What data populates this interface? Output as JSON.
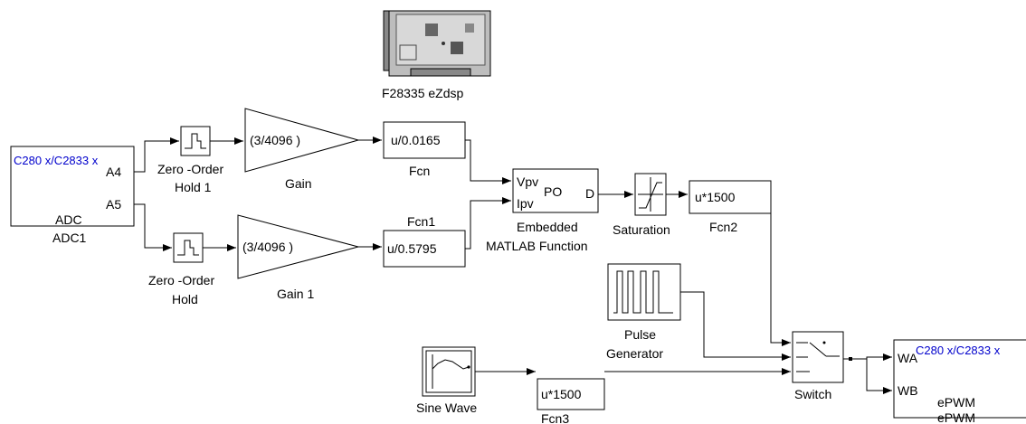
{
  "blocks": {
    "board": "F28335  eZdsp",
    "adc": {
      "target": "C280 x/C2833 x",
      "port1": "A4",
      "port2": "A5",
      "inner": "ADC",
      "name": "ADC1"
    },
    "zoh1": {
      "line1": "Zero -Order",
      "line2": "Hold 1"
    },
    "gain": {
      "value": "(3/4096 )",
      "name": "Gain"
    },
    "fcn": {
      "expr": "u/0.0165",
      "name": "Fcn"
    },
    "zoh": {
      "line1": "Zero -Order",
      "line2": "Hold"
    },
    "gain1": {
      "value": "(3/4096 )",
      "name": "Gain 1"
    },
    "fcn1": {
      "expr": "u/0.5795",
      "name": "Fcn1"
    },
    "emf": {
      "in1": "Vpv",
      "in2": "Ipv",
      "center": "PO",
      "out": "D",
      "line1": "Embedded",
      "line2": "MATLAB Function"
    },
    "saturation": {
      "name": "Saturation"
    },
    "fcn2": {
      "expr": "u*1500",
      "name": "Fcn2"
    },
    "pulse": {
      "line1": "Pulse",
      "line2": "Generator"
    },
    "sine": {
      "name": "Sine Wave"
    },
    "fcn3": {
      "expr": "u*1500",
      "name": "Fcn3"
    },
    "switch": {
      "name": "Switch"
    },
    "epwm": {
      "target": "C280 x/C2833 x",
      "port1": "WA",
      "port2": "WB",
      "inner": "ePWM",
      "name": "ePWM"
    }
  },
  "colors": {
    "target_text": "#0000cc",
    "lines": "#000000",
    "background": "#ffffff"
  }
}
